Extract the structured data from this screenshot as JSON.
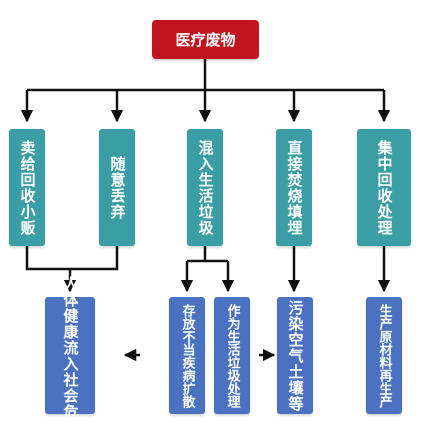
{
  "title": "医疗废物",
  "colors": {
    "top": "#c0141e",
    "teal": "#3a9ea4",
    "blue": "#4a72c0",
    "line": "#111111"
  },
  "middle": {
    "c1": "卖给回收小贩",
    "c2": "随意丢弃",
    "c3": "混入生活垃圾",
    "c4": "直接焚烧填埋",
    "c5": "集中回收处理"
  },
  "bottom": {
    "b1": "人体健康流入社会危害",
    "b2": "存放不当疾病扩散",
    "b3": "作为生活垃圾处理",
    "b4": "污染空气土壤等",
    "b5": "生产原材料再生产"
  }
}
